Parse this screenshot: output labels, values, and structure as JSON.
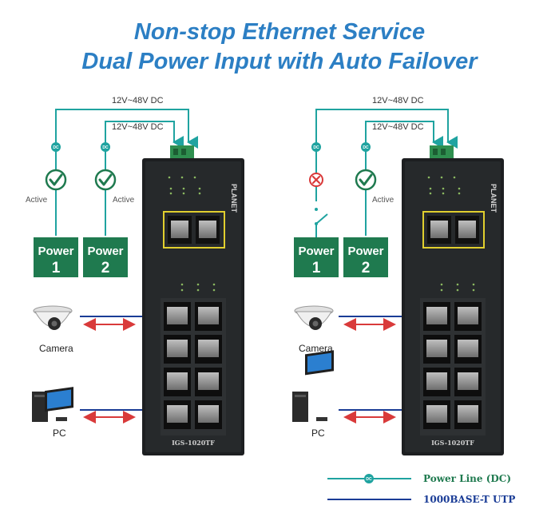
{
  "title_line1": "Non-stop Ethernet Service",
  "title_line2": "Dual Power Input with Auto Failover",
  "voltage_label": "12V~48V DC",
  "status_active": "Active",
  "power_word": "Power",
  "power1_num": "1",
  "power2_num": "2",
  "dc_badge": "DC",
  "camera_label": "Camera",
  "pc_label": "PC",
  "model_label": "IGS-1020TF",
  "brand_label": "PLANET",
  "legend": {
    "power_line": "Power Line (DC)",
    "utp": "1000BASE-T UTP"
  },
  "colors": {
    "title": "#2c7fc4",
    "power_line": "#1fa3a0",
    "utp": "#1a3c96",
    "power_box": "#1f7a4f",
    "active_check": "#1f7a4f",
    "failed_x": "#d93a3a",
    "arrow": "#d93a3a"
  }
}
